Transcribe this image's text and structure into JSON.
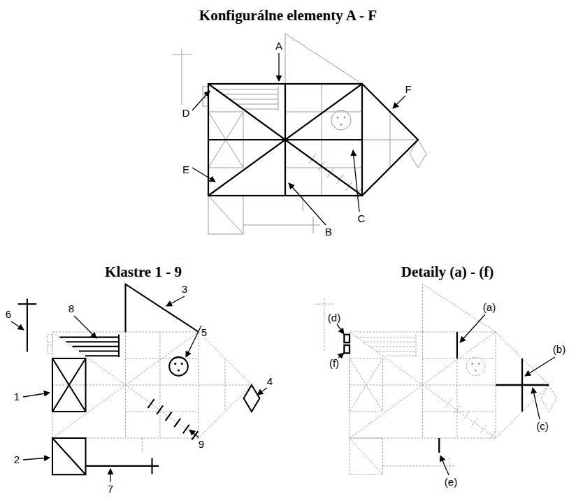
{
  "diagram": {
    "title": "Konfigurálne elementy A - F",
    "labels": [
      "A",
      "D",
      "E",
      "B",
      "C",
      "F",
      "Klastre 1 - 9",
      "Detaily (a) - (f)",
      "8",
      "3",
      "5",
      "6",
      "1",
      "4",
      "9",
      "2",
      "7",
      "(d)",
      "(a)",
      "(b)",
      "(f)",
      "(c)",
      "(e)"
    ]
  }
}
